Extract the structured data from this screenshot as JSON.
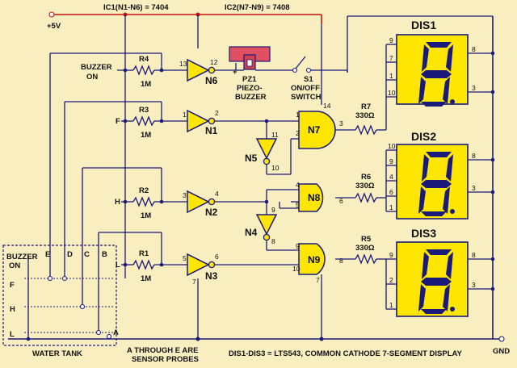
{
  "ic_labels": {
    "ic1": "IC1(N1-N6) = 7404",
    "ic2": "IC2(N7-N9) = 7408"
  },
  "supply": {
    "vcc": "+5V",
    "gnd": "GND"
  },
  "gates": {
    "n6": "N6",
    "n1": "N1",
    "n2": "N2",
    "n3": "N3",
    "n5": "N5",
    "n4": "N4",
    "n7": "N7",
    "n8": "N8",
    "n9": "N9"
  },
  "pins": {
    "n6_in": "13",
    "n6_out": "12",
    "n1_in": "1",
    "n1_out": "2",
    "n2_in": "3",
    "n2_out": "4",
    "n3_in": "5",
    "n3_out": "6",
    "n3_gnd": "7",
    "n5_in": "11",
    "n5_out": "10",
    "n4_in": "9",
    "n4_out": "8",
    "n7_a": "1",
    "n7_b": "2",
    "n7_out": "3",
    "n7_vcc": "14",
    "n8_a": "4",
    "n8_b": "5",
    "n8_out": "6",
    "n9_a": "9",
    "n9_b": "10",
    "n9_out": "8",
    "n9_gnd": "7"
  },
  "resistors": {
    "r4": {
      "name": "R4",
      "value": "1M"
    },
    "r3": {
      "name": "R3",
      "value": "1M"
    },
    "r2": {
      "name": "R2",
      "value": "1M"
    },
    "r1": {
      "name": "R1",
      "value": "1M"
    },
    "r7": {
      "name": "R7",
      "value": "330Ω"
    },
    "r6": {
      "name": "R6",
      "value": "330Ω"
    },
    "r5": {
      "name": "R5",
      "value": "330Ω"
    }
  },
  "inputs": {
    "buzzer_on_line1": "BUZZER",
    "buzzer_on_line2": "ON",
    "f": "F",
    "h": "H",
    "l": "L"
  },
  "buzzer": {
    "name": "PZ1",
    "line1": "PIEZO-",
    "line2": "BUZZER",
    "plus": "+"
  },
  "switch": {
    "name": "S1",
    "line1": "ON/OFF",
    "line2": "SWITCH"
  },
  "displays": {
    "dis1": {
      "name": "DIS1",
      "pins_left": [
        "9",
        "7",
        "1",
        "10"
      ],
      "pins_right": [
        "8",
        "3"
      ]
    },
    "dis2": {
      "name": "DIS2",
      "pins_left": [
        "10",
        "9",
        "4",
        "6",
        "1"
      ],
      "pins_right": [
        "8",
        "3"
      ]
    },
    "dis3": {
      "name": "DIS3",
      "pins_left": [
        "9",
        "2",
        "1"
      ],
      "pins_right": [
        "8",
        "3"
      ]
    }
  },
  "tank": {
    "title": "WATER TANK",
    "buzzer_line1": "BUZZER",
    "buzzer_line2": "ON",
    "f": "F",
    "h": "H",
    "l": "L",
    "probes": [
      "E",
      "D",
      "C",
      "B",
      "A"
    ]
  },
  "notes": {
    "probes_line1": "A THROUGH E ARE",
    "probes_line2": "SENSOR PROBES",
    "display": "DIS1-DIS3 = LTS543, COMMON CATHODE 7-SEGMENT DISPLAY"
  }
}
